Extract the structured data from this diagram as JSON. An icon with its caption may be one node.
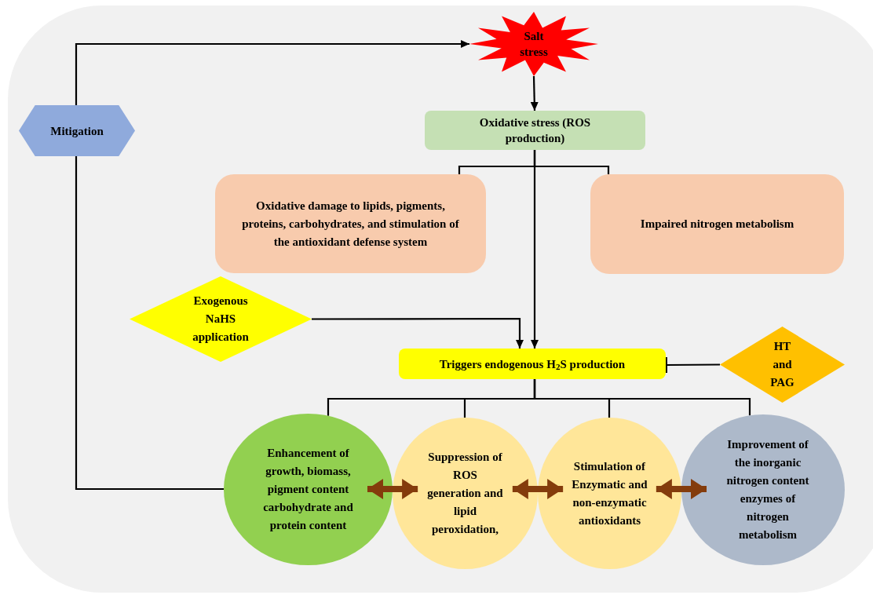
{
  "diagram": {
    "nodes": [
      {
        "text": [
          "Salt stress"
        ]
      },
      {
        "text": [
          "Oxidative stress (ROS production)"
        ]
      },
      {
        "text": [
          "Oxidative damage to lipids, pigments, proteins,  carbohydrates, and stimulation of the antioxidant defense system"
        ]
      },
      {
        "text": [
          "Impaired nitrogen metabolism"
        ]
      },
      {
        "text": [
          "Mitigation"
        ]
      },
      {
        "text": [
          "Exogenous NaHS application"
        ]
      },
      {
        "text": [
          "Triggers endogenous  H$_{2}$S production"
        ]
      },
      {
        "text": [
          "HT and PAG"
        ]
      },
      {
        "text": [
          "Enhancement of growth, biomass, pigment content carbohydrate and protein content"
        ]
      },
      {
        "text": [
          "Suppression of ROS generation and lipid peroxidation,"
        ]
      },
      {
        "text": [
          "Stimulation  of Enzymatic and non-enzymatic antioxidants"
        ]
      },
      {
        "text": [
          "Improvement  of the inorganic nitrogen content enzymes of nitrogen metabolism"
        ]
      }
    ],
    "edges": [
      {
        "from": 0,
        "to": 1,
        "arrow": "to"
      },
      {
        "from": 1,
        "to": 2,
        "arrow": "none"
      },
      {
        "from": 1,
        "to": 3,
        "arrow": "none"
      },
      {
        "from": 1,
        "to": 6,
        "arrow": "to"
      },
      {
        "from": 5,
        "to": 6,
        "arrow": "to"
      },
      {
        "from": 7,
        "to": 6,
        "arrow": "other"
      },
      {
        "from": 6,
        "to": 8,
        "arrow": "none"
      },
      {
        "from": 6,
        "to": 9,
        "arrow": "none"
      },
      {
        "from": 6,
        "to": 10,
        "arrow": "none"
      },
      {
        "from": 6,
        "to": 11,
        "arrow": "none"
      },
      {
        "from": 8,
        "to": 4,
        "arrow": "none"
      },
      {
        "from": 4,
        "to": 0,
        "arrow": "to"
      },
      {
        "from": 8,
        "to": 9,
        "arrow": "both",
        "style": "thick",
        "color": "#843c0c"
      },
      {
        "from": 9,
        "to": 10,
        "arrow": "both",
        "style": "thick",
        "color": "#843c0c"
      },
      {
        "from": 10,
        "to": 11,
        "arrow": "both",
        "style": "thick",
        "color": "#843c0c"
      }
    ]
  }
}
